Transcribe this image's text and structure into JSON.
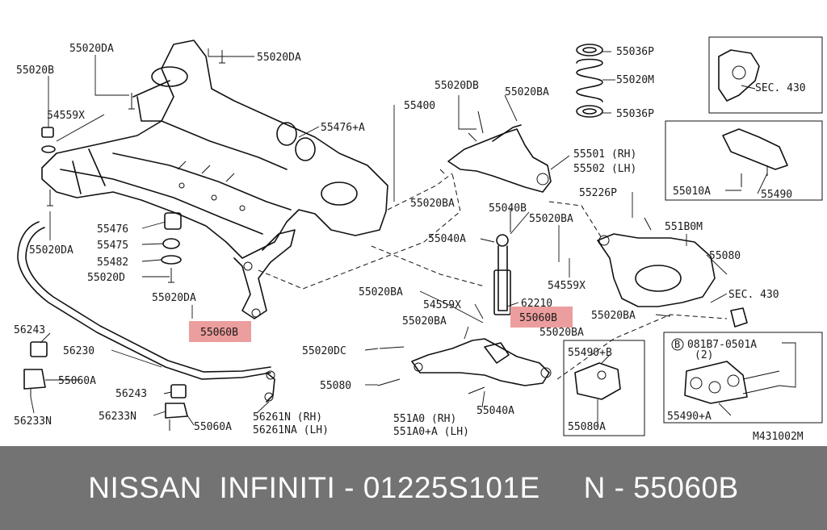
{
  "colors": {
    "highlight": "#ec9d9d",
    "footer_bg": "#737373",
    "footer_text": "#ffffff",
    "ink": "#111111"
  },
  "labels": {
    "l_55020DA_top": "55020DA",
    "l_55020DA_right": "55020DA",
    "l_55020B": "55020B",
    "l_54559X_left": "54559X",
    "l_55400": "55400",
    "l_55476A": "55476+A",
    "l_55476": "55476",
    "l_55475": "55475",
    "l_55482": "55482",
    "l_55020D": "55020D",
    "l_55020DA_left": "55020DA",
    "l_55020DA_mid": "55020DA",
    "l_55020DB": "55020DB",
    "l_55020BA_top": "55020BA",
    "l_55020BA_2": "55020BA",
    "l_55036P_top": "55036P",
    "l_55020M": "55020M",
    "l_55036P_bot": "55036P",
    "l_55501": "55501 (RH)",
    "l_55502": "55502 (LH)",
    "l_55226P": "55226P",
    "l_55040B": "55040B",
    "l_55040A": "55040A",
    "l_55020BA_3": "55020BA",
    "l_551B0M": "551B0M",
    "l_55080_right": "55080",
    "l_54559X_right": "54559X",
    "l_SEC430_mid": "SEC. 430",
    "l_55020BA_4": "55020BA",
    "l_55020BA_5": "55020BA",
    "l_54559X_mid": "54559X",
    "l_62210": "62210",
    "l_55020BA_6": "55020BA",
    "l_55020BA_7": "55020BA",
    "l_55020DC": "55020DC",
    "l_55080_left": "55080",
    "l_551A0": "551A0 (RH)",
    "l_551A0A": "551A0+A (LH)",
    "l_55040A_2": "55040A",
    "l_56243_top": "56243",
    "l_56230": "56230",
    "l_55060A_1": "55060A",
    "l_56233N_1": "56233N",
    "l_56243_2": "56243",
    "l_56233N_2": "56233N",
    "l_55060A_2": "55060A",
    "l_56261N": "56261N (RH)",
    "l_56261NA": "56261NA (LH)",
    "l_SEC430_top": "SEC. 430",
    "l_55010A": "55010A",
    "l_55490": "55490",
    "l_55490B": "55490+B",
    "l_55080A": "55080A",
    "l_B_circle": "B",
    "l_08187": "081B7-0501A",
    "l_qty2": "(2)",
    "l_55490A": "55490+A",
    "l_ref": "M431002M"
  },
  "highlights": {
    "left": "55060B",
    "right": "55060B"
  },
  "footer": {
    "text": "NISSAN  INFINITI - 01225S101E     N - 55060B"
  }
}
